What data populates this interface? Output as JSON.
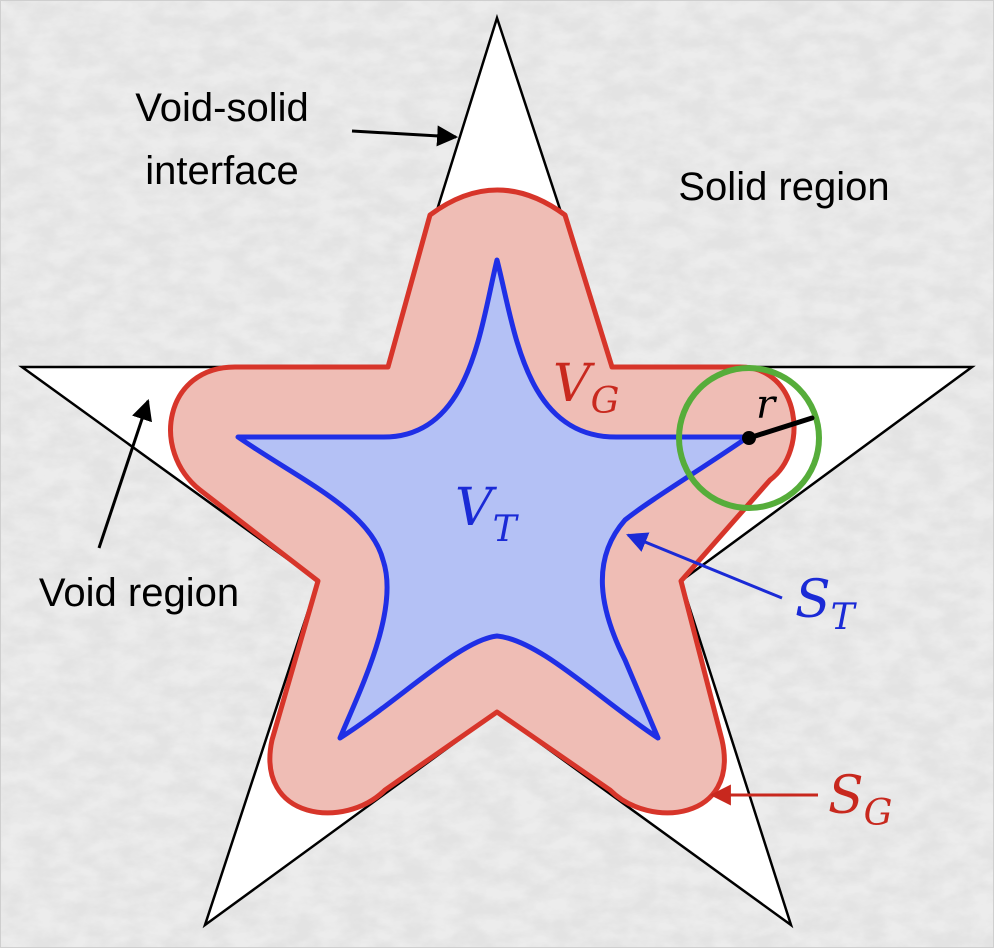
{
  "labels": {
    "interface_line1": "Void-solid",
    "interface_line2": "interface",
    "solid_region": "Solid region",
    "void_region": "Void region",
    "vg_main": "V",
    "vg_sub": "G",
    "vt_main": "V",
    "vt_sub": "T",
    "st_main": "S",
    "st_sub": "T",
    "sg_main": "S",
    "sg_sub": "G",
    "radius": "r"
  },
  "colors": {
    "background": "#e3e3e3",
    "star_fill": "#ffffff",
    "star_stroke": "#000000",
    "grain_fill": "#efbdb5",
    "grain_stroke": "#d7352a",
    "throat_fill": "#b4c1f5",
    "throat_stroke": "#1f2fe6",
    "circle_stroke": "#56ad3a",
    "label_red": "#c8281e",
    "label_blue": "#1a2ad6"
  }
}
